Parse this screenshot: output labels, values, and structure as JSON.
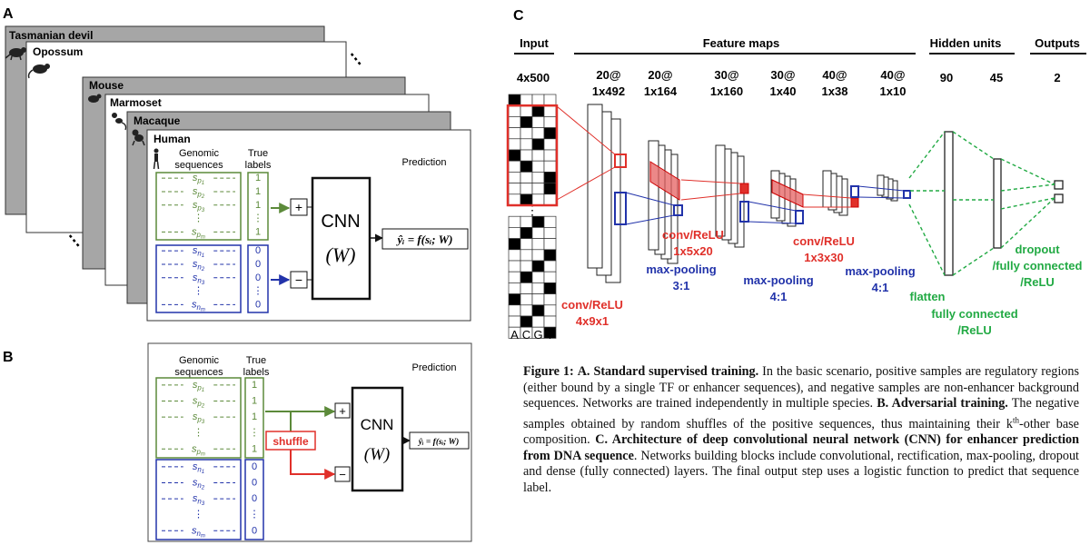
{
  "panel_a": {
    "letter": "A",
    "species": [
      "Tasmanian devil",
      "Opossum",
      "Mouse",
      "Marmoset",
      "Macaque",
      "Human"
    ],
    "ellipsis": "⋮",
    "genomic_header": [
      "Genomic",
      "sequences"
    ],
    "labels_header": [
      "True",
      "labels"
    ],
    "prediction": "Prediction",
    "pos_seqs": [
      "s_{p1}",
      "s_{p2}",
      "s_{p3}",
      "⋮",
      "s_{pm}"
    ],
    "pos_labels": [
      "1",
      "1",
      "1",
      "⋮",
      "1"
    ],
    "neg_seqs": [
      "s_{n1}",
      "s_{n2}",
      "s_{n3}",
      "⋮",
      "s_{nm}"
    ],
    "neg_labels": [
      "0",
      "0",
      "0",
      "⋮",
      "0"
    ],
    "plus": "+",
    "minus": "−",
    "cnn": "CNN",
    "w": "(W)",
    "formula": "ŷᵢ = f(sᵢ; W)"
  },
  "panel_b": {
    "letter": "B",
    "shuffle": "shuffle"
  },
  "panel_c": {
    "letter": "C",
    "headers": {
      "input": "Input",
      "feature_maps": "Feature maps",
      "hidden": "Hidden units",
      "outputs": "Outputs"
    },
    "dims": [
      "4x500",
      "20@\n1x492",
      "20@\n1x164",
      "30@\n1x160",
      "30@\n1x40",
      "40@\n1x38",
      "40@\n1x10",
      "90",
      "45",
      "2"
    ],
    "input_letters": "ACGT",
    "ops": [
      {
        "text": "conv/ReLU\n4x9x1",
        "color": "red"
      },
      {
        "text": "max-pooling\n3:1",
        "color": "blue"
      },
      {
        "text": "conv/ReLU\n1x5x20",
        "color": "red"
      },
      {
        "text": "max-pooling\n4:1",
        "color": "blue"
      },
      {
        "text": "conv/ReLU\n1x3x30",
        "color": "red"
      },
      {
        "text": "max-pooling\n4:1",
        "color": "blue"
      },
      {
        "text": "flatten",
        "color": "green"
      },
      {
        "text": "fully connected\n/ReLU",
        "color": "green"
      },
      {
        "text": "dropout\n/fully connected\n/ReLU",
        "color": "green"
      }
    ]
  },
  "caption": {
    "label": "Figure 1:",
    "a_title": "A. Standard supervised training.",
    "a_text": "In the basic scenario, positive samples are regulatory regions (either bound by a single TF or enhancer sequences), and negative samples are non-enhancer background sequences. Networks are trained independently in multiple species.",
    "b_title": "B. Adversarial training.",
    "b_text_1": "The negative samples obtained by random shuffles of the positive sequences, thus maintaining their k",
    "b_sup": "th",
    "b_text_2": "-other base composition.",
    "c_title": "C. Architecture of deep convolutional neural network (CNN) for enhancer prediction from DNA sequence",
    "c_text": ". Networks building blocks include convolutional, rectification, max-pooling, dropout and dense (fully connected) layers. The final output step uses a logistic function to predict that sequence label."
  },
  "colors": {
    "green": "#5c8a3a",
    "blue": "#2233aa",
    "red": "#e0302a",
    "op_green": "#22aa44",
    "panel_gray": "#a6a6a6"
  }
}
